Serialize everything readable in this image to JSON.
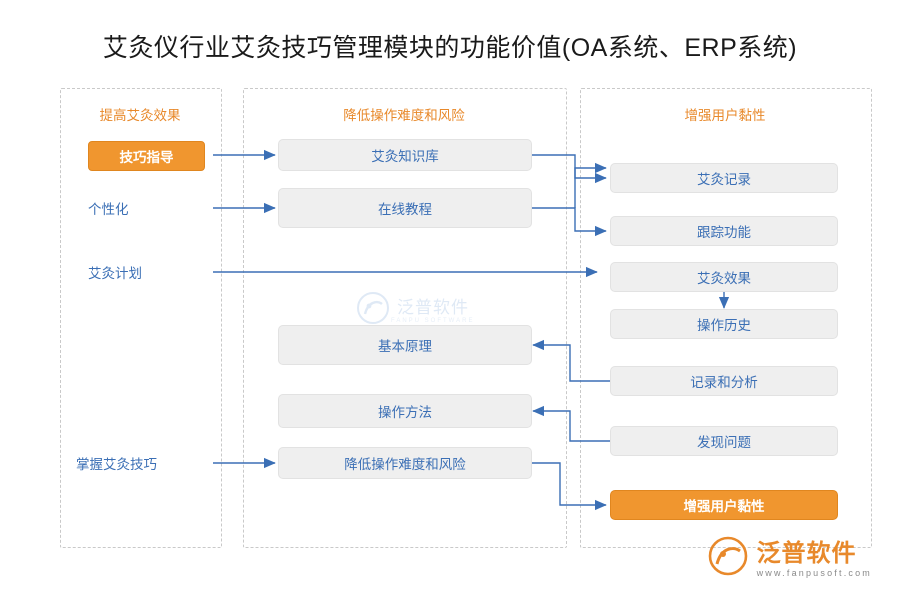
{
  "title": "艾灸仪行业艾灸技巧管理模块的功能价值(OA系统、ERP系统)",
  "columns": [
    {
      "header": "提高艾灸效果"
    },
    {
      "header": "降低操作难度和风险"
    },
    {
      "header": "增强用户黏性"
    }
  ],
  "left_labels": [
    {
      "text": "技巧指导",
      "highlight": true
    },
    {
      "text": "个性化",
      "highlight": false
    },
    {
      "text": "艾灸计划",
      "highlight": false
    },
    {
      "text": "掌握艾灸技巧",
      "highlight": false
    }
  ],
  "middle_nodes": [
    {
      "text": "艾灸知识库"
    },
    {
      "text": "在线教程"
    },
    {
      "text": "基本原理"
    },
    {
      "text": "操作方法"
    },
    {
      "text": "降低操作难度和风险"
    }
  ],
  "right_nodes": [
    {
      "text": "艾灸记录",
      "highlight": false
    },
    {
      "text": "跟踪功能",
      "highlight": false
    },
    {
      "text": "艾灸效果",
      "highlight": false
    },
    {
      "text": "操作历史",
      "highlight": false
    },
    {
      "text": "记录和分析",
      "highlight": false
    },
    {
      "text": "发现问题",
      "highlight": false
    },
    {
      "text": "增强用户黏性",
      "highlight": true
    }
  ],
  "watermark": {
    "name": "泛普软件",
    "sub": "FANPU SOFTWARE"
  },
  "logo": {
    "name": "泛普软件",
    "sub": "www.fanpusoft.com"
  },
  "colors": {
    "accent_orange": "#f0962f",
    "header_orange": "#e8892b",
    "node_blue_text": "#3b6fb5",
    "arrow_blue": "#3b6fb5",
    "node_fill": "#efefef"
  }
}
